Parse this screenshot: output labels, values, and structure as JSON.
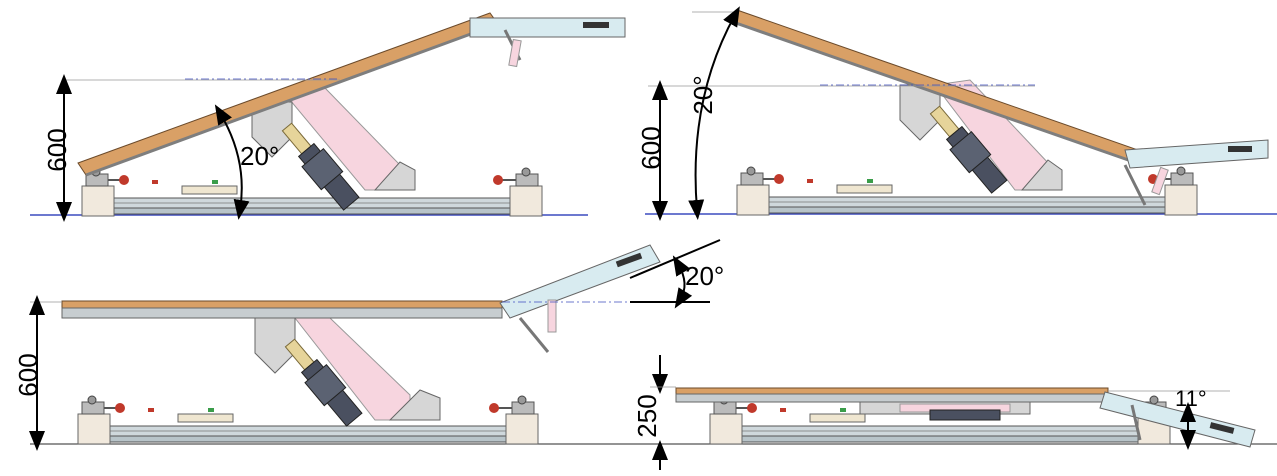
{
  "figure": {
    "views": [
      {
        "id": "top-left",
        "label_height": "600",
        "label_angle": "20°"
      },
      {
        "id": "top-right",
        "label_height": "600",
        "label_angle": "20°"
      },
      {
        "id": "bottom-left",
        "label_height": "600",
        "label_angle": "20°"
      },
      {
        "id": "bottom-right",
        "label_height": "250",
        "label_angle": "11°"
      }
    ]
  },
  "colors": {
    "tabletop_wood": "#d9a066",
    "tabletop_frame": "#7e7e7e",
    "leg_panel": "#d8ebf0",
    "pink_strut": "#f7d5df",
    "actuator_dark": "#4a5060",
    "actuator_light": "#e6d49a",
    "base_rail": "#cfd8dc",
    "handle_red": "#c0392b",
    "floor_line": "#3c4cbf"
  }
}
